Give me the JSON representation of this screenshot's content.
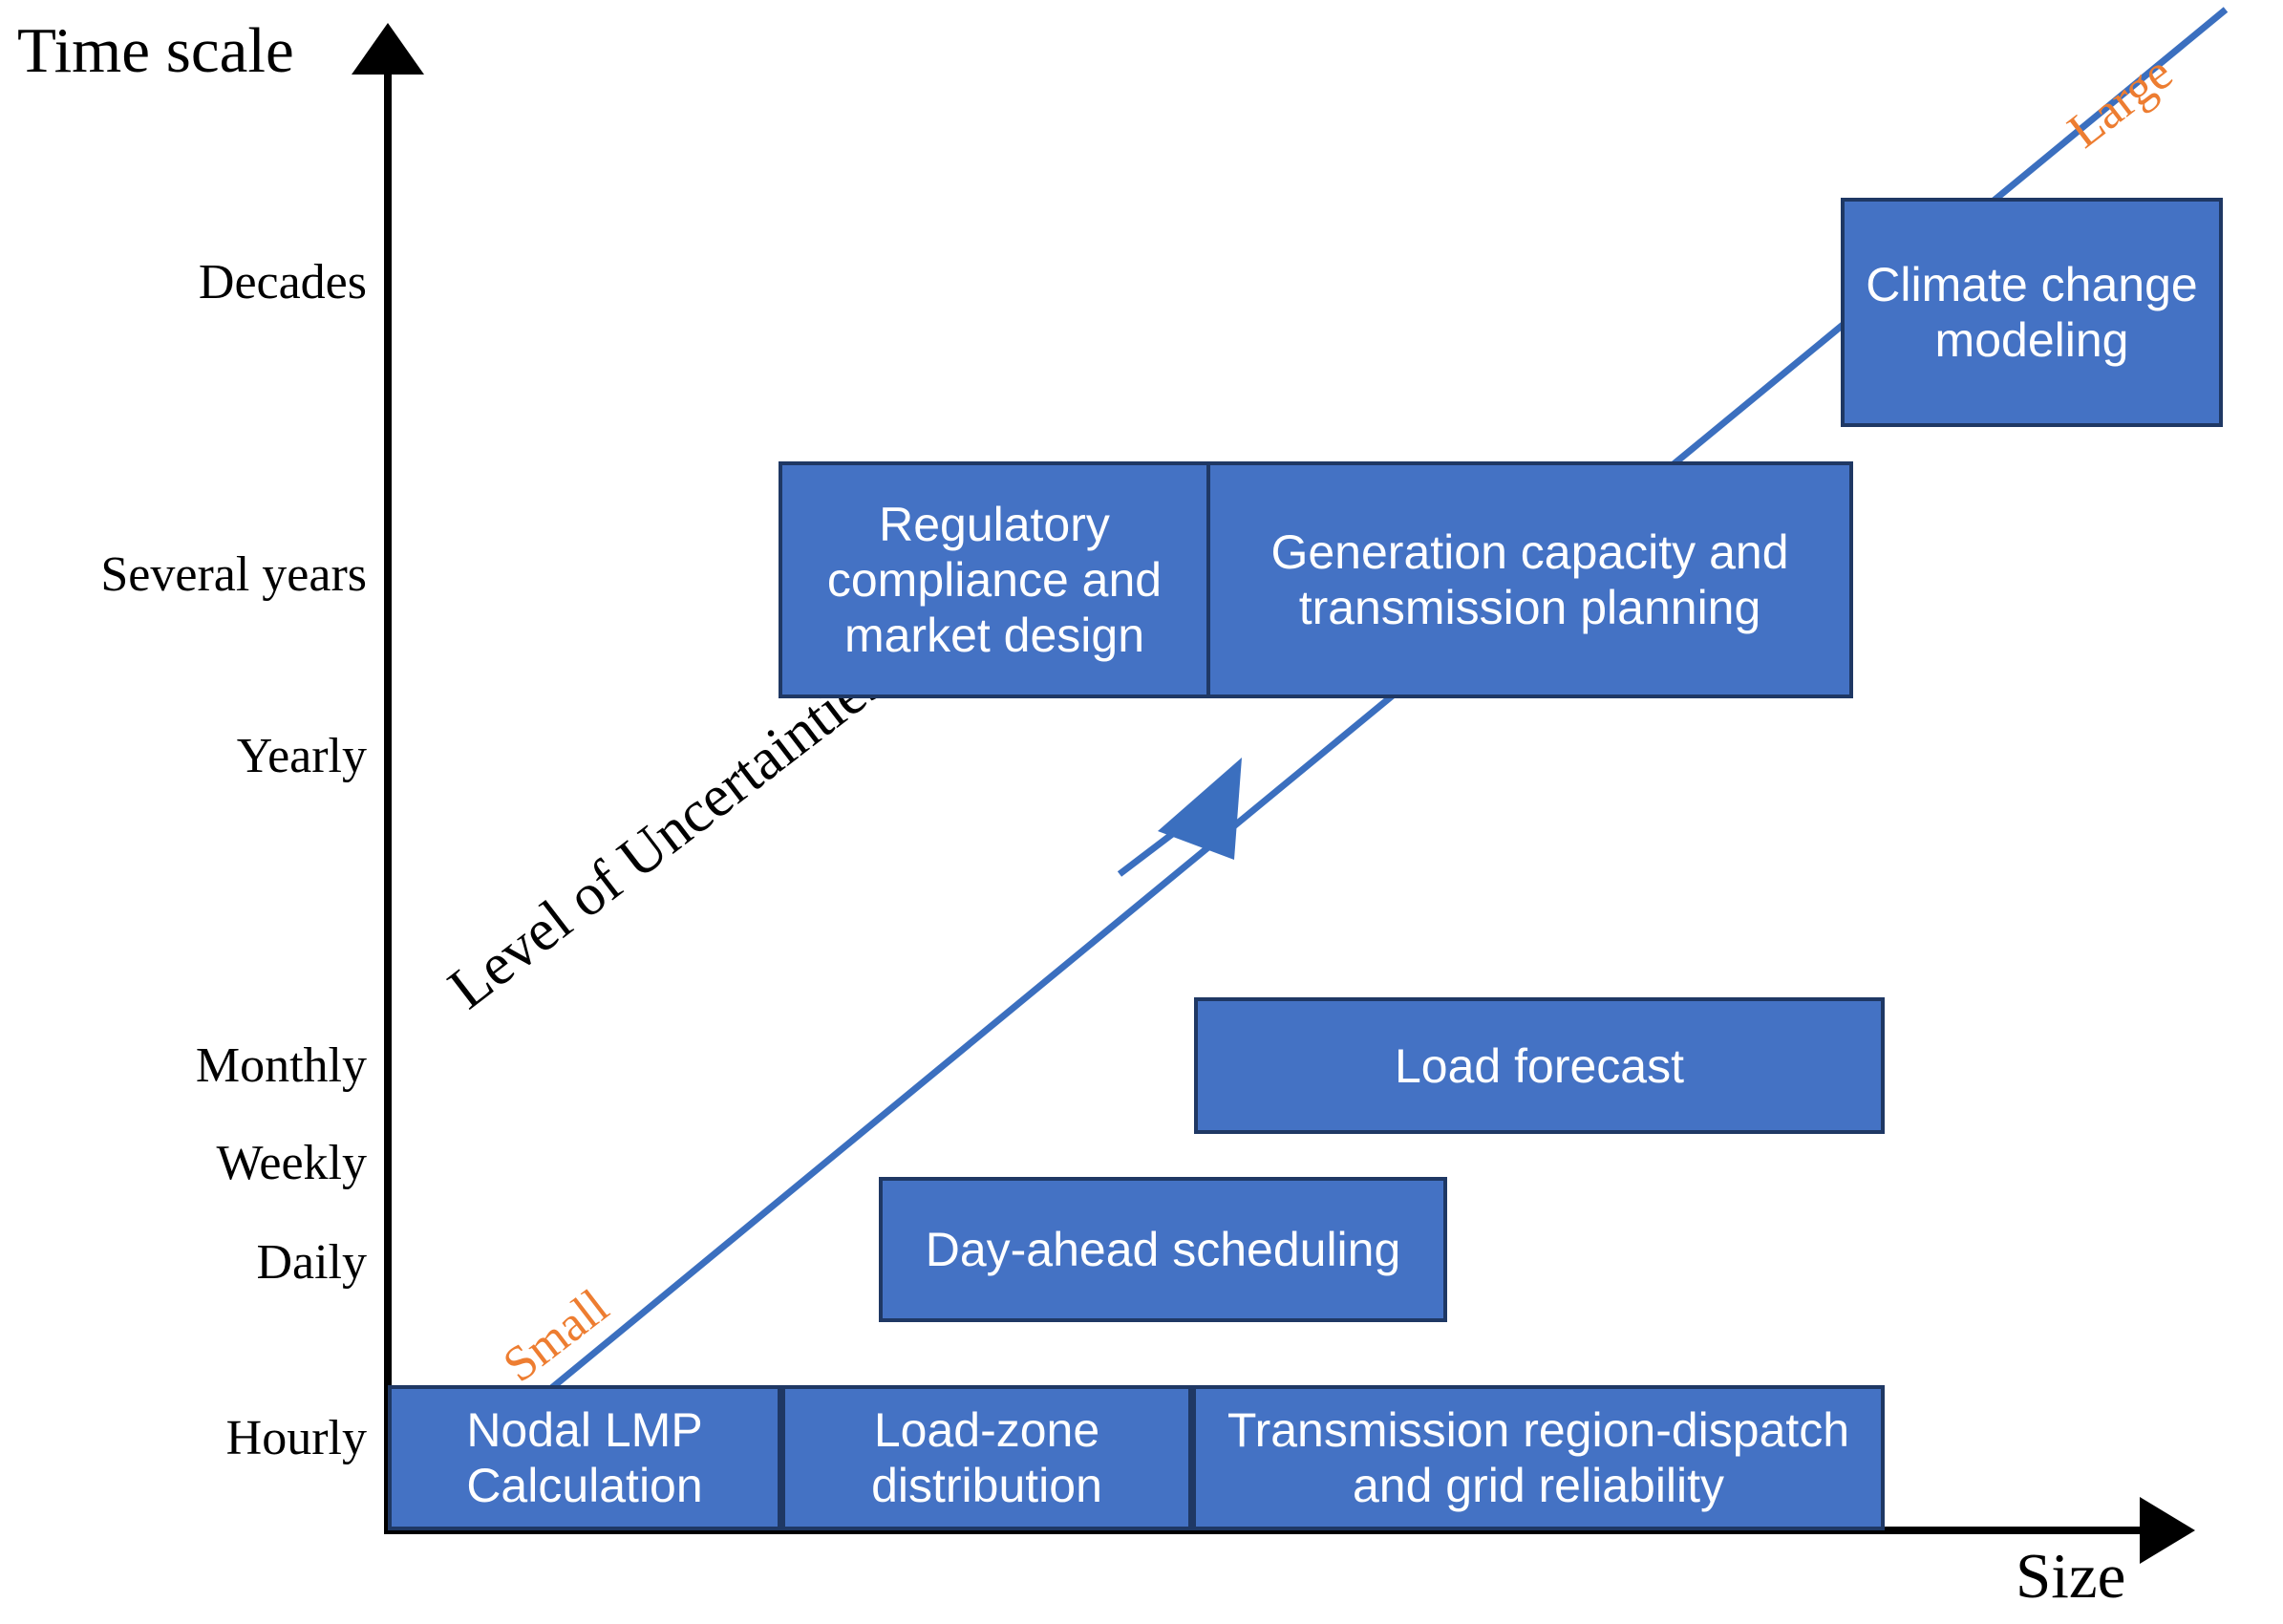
{
  "axes": {
    "y_title": "Time scale",
    "x_title": "Size",
    "y_ticks": [
      {
        "label": "Decades"
      },
      {
        "label": "Several years"
      },
      {
        "label": "Yearly"
      },
      {
        "label": "Monthly"
      },
      {
        "label": "Weekly"
      },
      {
        "label": "Daily"
      },
      {
        "label": "Hourly"
      }
    ]
  },
  "uncertainty": {
    "label": "Level of Uncertainties",
    "small_label": "Small",
    "large_label": "Large",
    "line_color": "#3B6FBF",
    "arrow_color": "#3B6FBF",
    "text_color": "#ED7D31"
  },
  "boxes": [
    {
      "id": "climate-change-modeling",
      "label": "Climate change modeling"
    },
    {
      "id": "regulatory-compliance-and-market-design",
      "label": "Regulatory compliance and market design"
    },
    {
      "id": "generation-capacity-and-transmission-planning",
      "label": "Generation capacity and transmission planning"
    },
    {
      "id": "load-forecast",
      "label": "Load forecast"
    },
    {
      "id": "day-ahead-scheduling",
      "label": "Day-ahead scheduling"
    },
    {
      "id": "nodal-lmp-calculation",
      "label": "Nodal LMP Calculation"
    },
    {
      "id": "load-zone-distribution",
      "label": "Load-zone distribution"
    },
    {
      "id": "transmission-region-dispatch-and-grid-reliability",
      "label": "Transmission region-dispatch and grid reliability"
    }
  ],
  "colors": {
    "box_fill": "#4472C4",
    "box_border": "#1F3864",
    "box_text": "#FFFFFF",
    "axis": "#000000",
    "accent_orange": "#ED7D31",
    "diagonal_blue": "#3B6FBF"
  },
  "chart_data": {
    "type": "scatter",
    "title": "",
    "xlabel": "Size",
    "ylabel": "Time scale",
    "x_axis_categories": [
      "Small",
      "Large"
    ],
    "y_axis_categories": [
      "Hourly",
      "Daily",
      "Weekly",
      "Monthly",
      "Yearly",
      "Several years",
      "Decades"
    ],
    "grid": false,
    "legend": "none",
    "annotations": [
      "Level of Uncertainties",
      "Small",
      "Large"
    ],
    "items": [
      {
        "label": "Nodal LMP Calculation",
        "time_scale": "Hourly",
        "size": "smallest"
      },
      {
        "label": "Load-zone distribution",
        "time_scale": "Hourly",
        "size": "small"
      },
      {
        "label": "Transmission region-dispatch and grid reliability",
        "time_scale": "Hourly",
        "size": "medium"
      },
      {
        "label": "Day-ahead scheduling",
        "time_scale": "Daily",
        "size": "small"
      },
      {
        "label": "Load forecast",
        "time_scale": "Weekly-Monthly",
        "size": "medium"
      },
      {
        "label": "Regulatory compliance and market design",
        "time_scale": "Yearly-Several years",
        "size": "medium"
      },
      {
        "label": "Generation capacity and transmission planning",
        "time_scale": "Yearly-Several years",
        "size": "large"
      },
      {
        "label": "Climate change modeling",
        "time_scale": "Decades",
        "size": "largest"
      }
    ]
  }
}
